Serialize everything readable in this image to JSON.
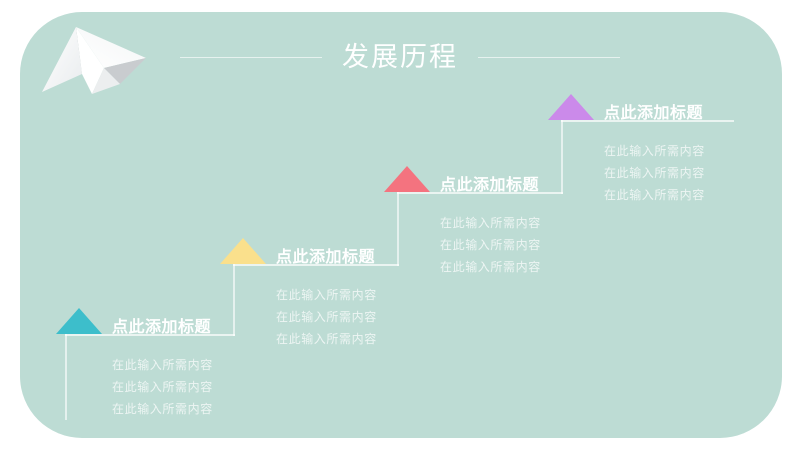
{
  "slide": {
    "title": "发展历程",
    "background_color": "#bddcd4",
    "page_color": "#ffffff",
    "title_color": "#ffffff"
  },
  "decor": {
    "plane_icon": "paper-plane-icon",
    "rule_left": "",
    "rule_right": ""
  },
  "steps": [
    {
      "index": "1",
      "marker": "triangle-up-icon",
      "color": "#3dbecb",
      "title": "点此添加标题",
      "body": [
        "在此输入所需内容",
        "在此输入所需内容",
        "在此输入所需内容"
      ]
    },
    {
      "index": "2",
      "marker": "triangle-up-icon",
      "color": "#fae08c",
      "title": "点此添加标题",
      "body": [
        "在此输入所需内容",
        "在此输入所需内容",
        "在此输入所需内容"
      ]
    },
    {
      "index": "3",
      "marker": "triangle-up-icon",
      "color": "#f4737f",
      "title": "点此添加标题",
      "body": [
        "在此输入所需内容",
        "在此输入所需内容",
        "在此输入所需内容"
      ]
    },
    {
      "index": "4",
      "marker": "triangle-up-icon",
      "color": "#cb8aea",
      "title": "点此添加标题",
      "body": [
        "在此输入所需内容",
        "在此输入所需内容",
        "在此输入所需内容"
      ]
    }
  ]
}
